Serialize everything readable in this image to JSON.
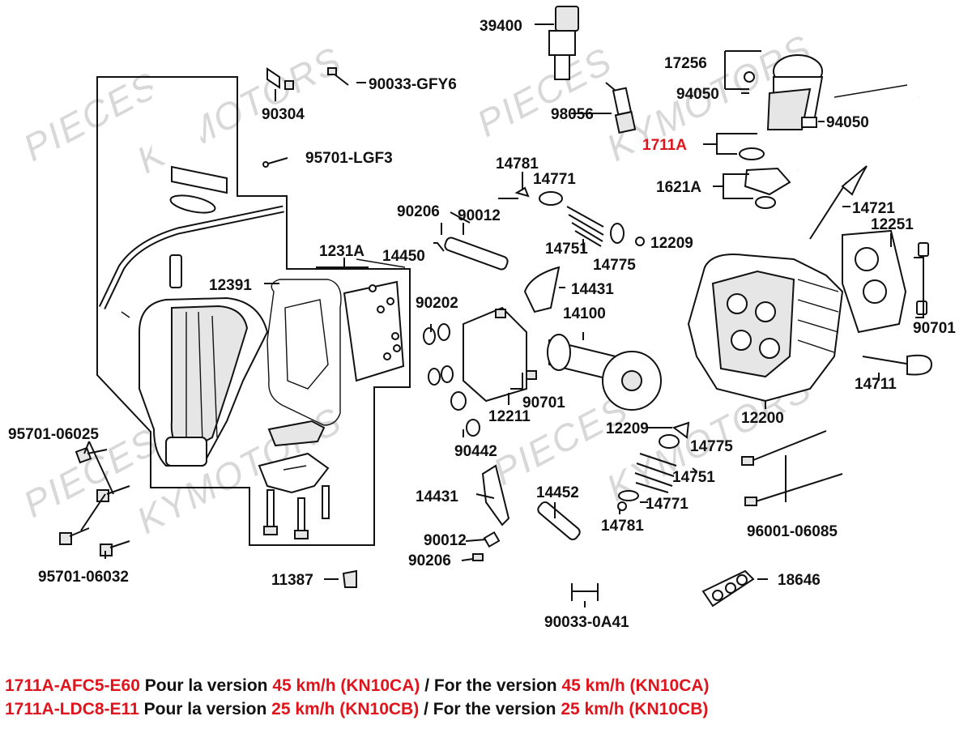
{
  "watermark": {
    "text_1": "PIECES",
    "text_2": "KYMOTORS"
  },
  "parts": {
    "p39400": "39400",
    "p90033_gfy6": "90033-GFY6",
    "p90304": "90304",
    "p95701_lgf3": "95701-LGF3",
    "p17256": "17256",
    "p94050a": "94050",
    "p94050b": "94050",
    "p98056": "98056",
    "p1711a": "1711A",
    "p1621a": "1621A",
    "p14781a": "14781",
    "p14771a": "14771",
    "p90206a": "90206",
    "p90012a": "90012",
    "p14450": "14450",
    "p14751a": "14751",
    "p14775a": "14775",
    "p12209a": "12209",
    "p14721": "14721",
    "p12251": "12251",
    "p1231a": "1231A",
    "p12391": "12391",
    "p14431a": "14431",
    "p90202": "90202",
    "p14100": "14100",
    "p90701a": "90701",
    "p90701b": "90701",
    "p12211": "12211",
    "p14711": "14711",
    "p12200": "12200",
    "p95701_06025": "95701-06025",
    "p12209b": "12209",
    "p14775b": "14775",
    "p90442": "90442",
    "p14751b": "14751",
    "p14431b": "14431",
    "p14452": "14452",
    "p14771b": "14771",
    "p96001_06085": "96001-06085",
    "p14781b": "14781",
    "p90012b": "90012",
    "p90206b": "90206",
    "p95701_06032": "95701-06032",
    "p11387": "11387",
    "p18646": "18646",
    "p90033_0a41": "90033-0A41"
  },
  "footer": {
    "line1": {
      "code": "1711A-AFC5-E60",
      "fr": "Pour la version",
      "fr_speed": "45 km/h (KN10CA)",
      "sep": "/",
      "en": "For the version",
      "en_speed": "45 km/h (KN10CA)"
    },
    "line2": {
      "code": "1711A-LDC8-E11",
      "fr": "Pour la version",
      "fr_speed": "25 km/h (KN10CB)",
      "sep": "/",
      "en": "For the version",
      "en_speed": "25 km/h (KN10CB)"
    }
  },
  "colors": {
    "highlight": "#e0141c",
    "ink": "#111111",
    "watermark": "#d8d8d8"
  }
}
